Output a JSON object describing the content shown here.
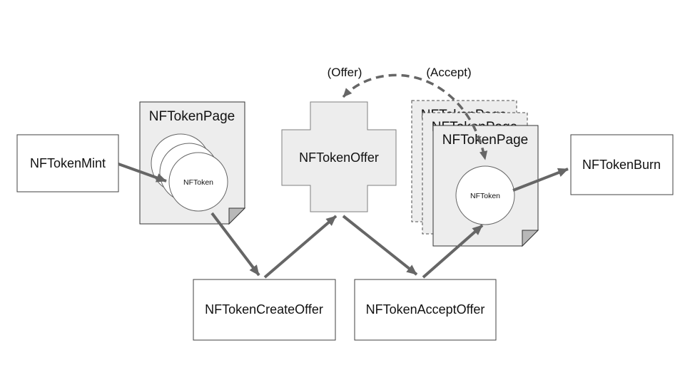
{
  "nodes": {
    "mint": {
      "label": "NFTokenMint"
    },
    "offer": {
      "label": "NFTokenOffer"
    },
    "burn": {
      "label": "NFTokenBurn"
    },
    "create_offer": {
      "label": "NFTokenCreateOffer"
    },
    "accept_offer": {
      "label": "NFTokenAcceptOffer"
    }
  },
  "pages": {
    "left": {
      "title": "NFTokenPage",
      "token": "NFToken"
    },
    "right": {
      "title": "NFTokenPage",
      "token": "NFToken",
      "stack": [
        "NFTokenPage",
        "NFTokenPage"
      ]
    }
  },
  "edge_labels": {
    "offer": "(Offer)",
    "accept": "(Accept)"
  },
  "colors": {
    "background": "#ffffff",
    "shape_fill": "#ededed",
    "box_fill": "#ffffff",
    "outline": "#333333",
    "arrow": "#666666",
    "fold": "#b8b8b8",
    "text": "#111111"
  }
}
